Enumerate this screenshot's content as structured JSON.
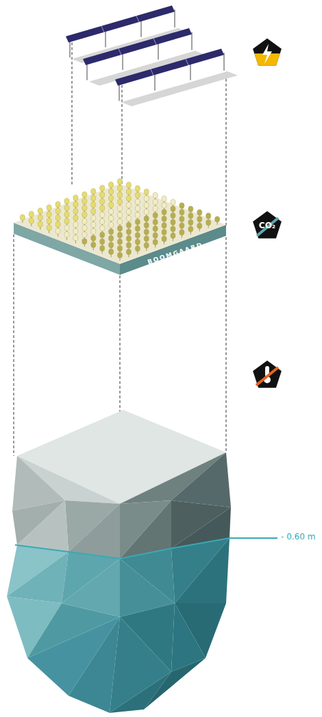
{
  "diagram": {
    "nodes": [
      {
        "text": [
          "CO₂"
        ]
      }
    ],
    "labels": [
      "BOOMGAARD",
      "- 0.60 m"
    ]
  }
}
